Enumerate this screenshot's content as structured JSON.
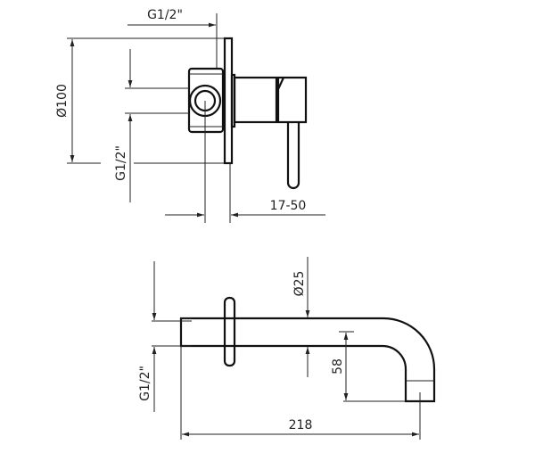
{
  "top_view": {
    "thread_top": "G1/2\"",
    "diameter_plate": "Ø100",
    "thread_side": "G1/2\"",
    "wall_depth": "17-50"
  },
  "bottom_view": {
    "diameter_spout": "Ø25",
    "spout_height": "58",
    "thread_side": "G1/2\"",
    "spout_length": "218"
  },
  "colors": {
    "line": "#222222",
    "background": "#ffffff"
  }
}
